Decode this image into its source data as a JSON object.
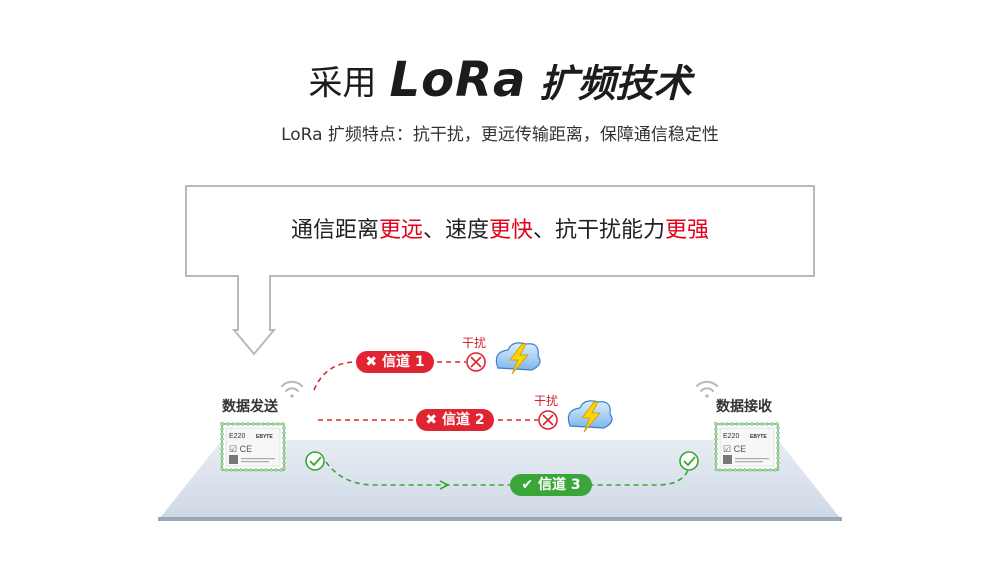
{
  "header": {
    "title_prefix": "采用",
    "title_brand": "LoRa",
    "title_suffix": "扩频技术",
    "subtitle": "LoRa 扩频特点：抗干扰，更远传输距离，保障通信稳定性"
  },
  "callout": {
    "segments": [
      {
        "text": "通信距离",
        "highlight": false
      },
      {
        "text": "更远",
        "highlight": true
      },
      {
        "text": "、速度",
        "highlight": false
      },
      {
        "text": "更快",
        "highlight": true
      },
      {
        "text": "、抗干扰能力",
        "highlight": false
      },
      {
        "text": "更强",
        "highlight": true
      }
    ]
  },
  "sender": {
    "label": "数据发送",
    "module_model": "E220",
    "module_brand": "EBYTE"
  },
  "receiver": {
    "label": "数据接收",
    "module_model": "E220",
    "module_brand": "EBYTE"
  },
  "channels": [
    {
      "label": "信道 1",
      "status": "blocked",
      "interference_label": "干扰"
    },
    {
      "label": "信道 2",
      "status": "blocked",
      "interference_label": "干扰"
    },
    {
      "label": "信道 3",
      "status": "ok"
    }
  ],
  "colors": {
    "accent_red": "#e2001a",
    "ok_green": "#3aa63a",
    "lightning": "#ffd400",
    "cloud": "#4a90d9"
  }
}
